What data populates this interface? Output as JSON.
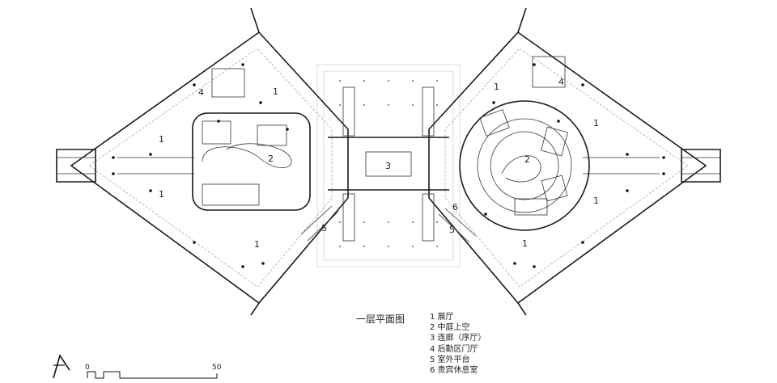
{
  "title": "一层平面图",
  "legend": [
    "1 展厅",
    "2 中庭上空",
    "3 连廊（序厅）",
    "4 后勤区门厅",
    "5 室外平台",
    "6 贵宾休息室"
  ],
  "room_labels": {
    "exhibition": "1",
    "atrium": "2",
    "corridor": "3",
    "service_lobby": "4",
    "terrace": "5",
    "vip_lounge": "6"
  },
  "scale": {
    "start": "0",
    "end": "50"
  }
}
